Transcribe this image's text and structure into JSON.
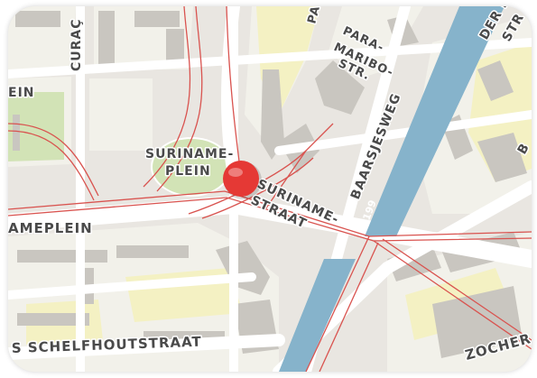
{
  "map": {
    "colors": {
      "land": "#e9e6e1",
      "block": "#f2f1ea",
      "building": "#c9c6c0",
      "park": "#d2e3b6",
      "yellow": "#f4f1c3",
      "water": "#86b3cb",
      "tram": "#d9534f",
      "marker": "#e53935"
    },
    "labels": {
      "curacao": "CURAÇ",
      "lein_left": "EIN",
      "para_top": "PA",
      "paramaribo_1": "PARA-",
      "paramaribo_2": "MARIBO-",
      "paramaribo_3": "STR.",
      "baarsjesweg": "BAARSJESWEG",
      "der_str_1": "DER M",
      "der_str_2": "STR",
      "b_right": "B",
      "suriname_plein_1": "SURINAME-",
      "suriname_plein_2": "PLEIN",
      "surinamestraat_1": "SURINAME-",
      "surinamestraat_2": "STRAAT",
      "number_199": "199",
      "ameplein": "AMEPLEIN",
      "schelfhoutstraat": "S SCHELFHOUTSTRAAT",
      "zocher": "ZOCHER"
    },
    "marker": {
      "name": "location-pin"
    }
  }
}
